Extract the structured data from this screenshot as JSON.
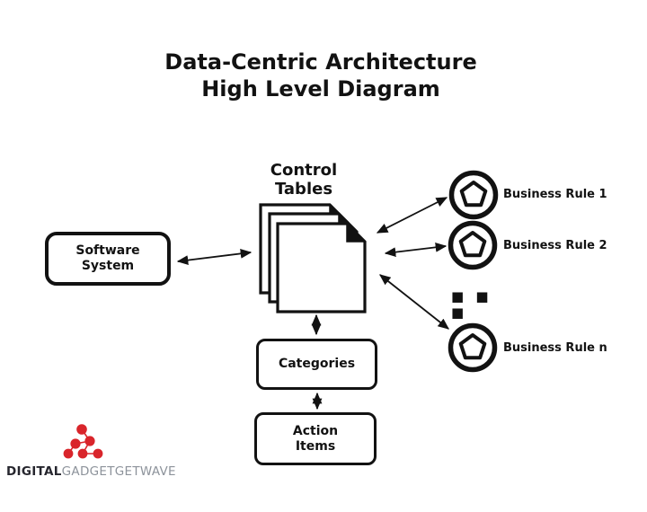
{
  "title": {
    "line1": "Data-Centric Architecture",
    "line2": "High Level Diagram"
  },
  "diagram": {
    "control_tables": {
      "line1": "Control",
      "line2": "Tables"
    },
    "software_system": {
      "line1": "Software",
      "line2": "System"
    },
    "categories": {
      "label": "Categories"
    },
    "action_items": {
      "line1": "Action",
      "line2": "Items"
    },
    "business_rules": [
      {
        "label": "Business Rule 1"
      },
      {
        "label": "Business Rule 2"
      },
      {
        "label": "Business Rule n"
      }
    ],
    "ellipsis": "■ ■ ■",
    "icons": {
      "control_tables": "document-stack-icon",
      "business_rule": "pentagon-circle-icon",
      "brand": "molecule-icon"
    }
  },
  "footer": {
    "brand_bold": "DIGITAL",
    "brand_light": "GADGETGETWAVE"
  },
  "colors": {
    "line": "#121212",
    "brand_red": "#d9252b",
    "brand_gray": "#8d939b"
  }
}
